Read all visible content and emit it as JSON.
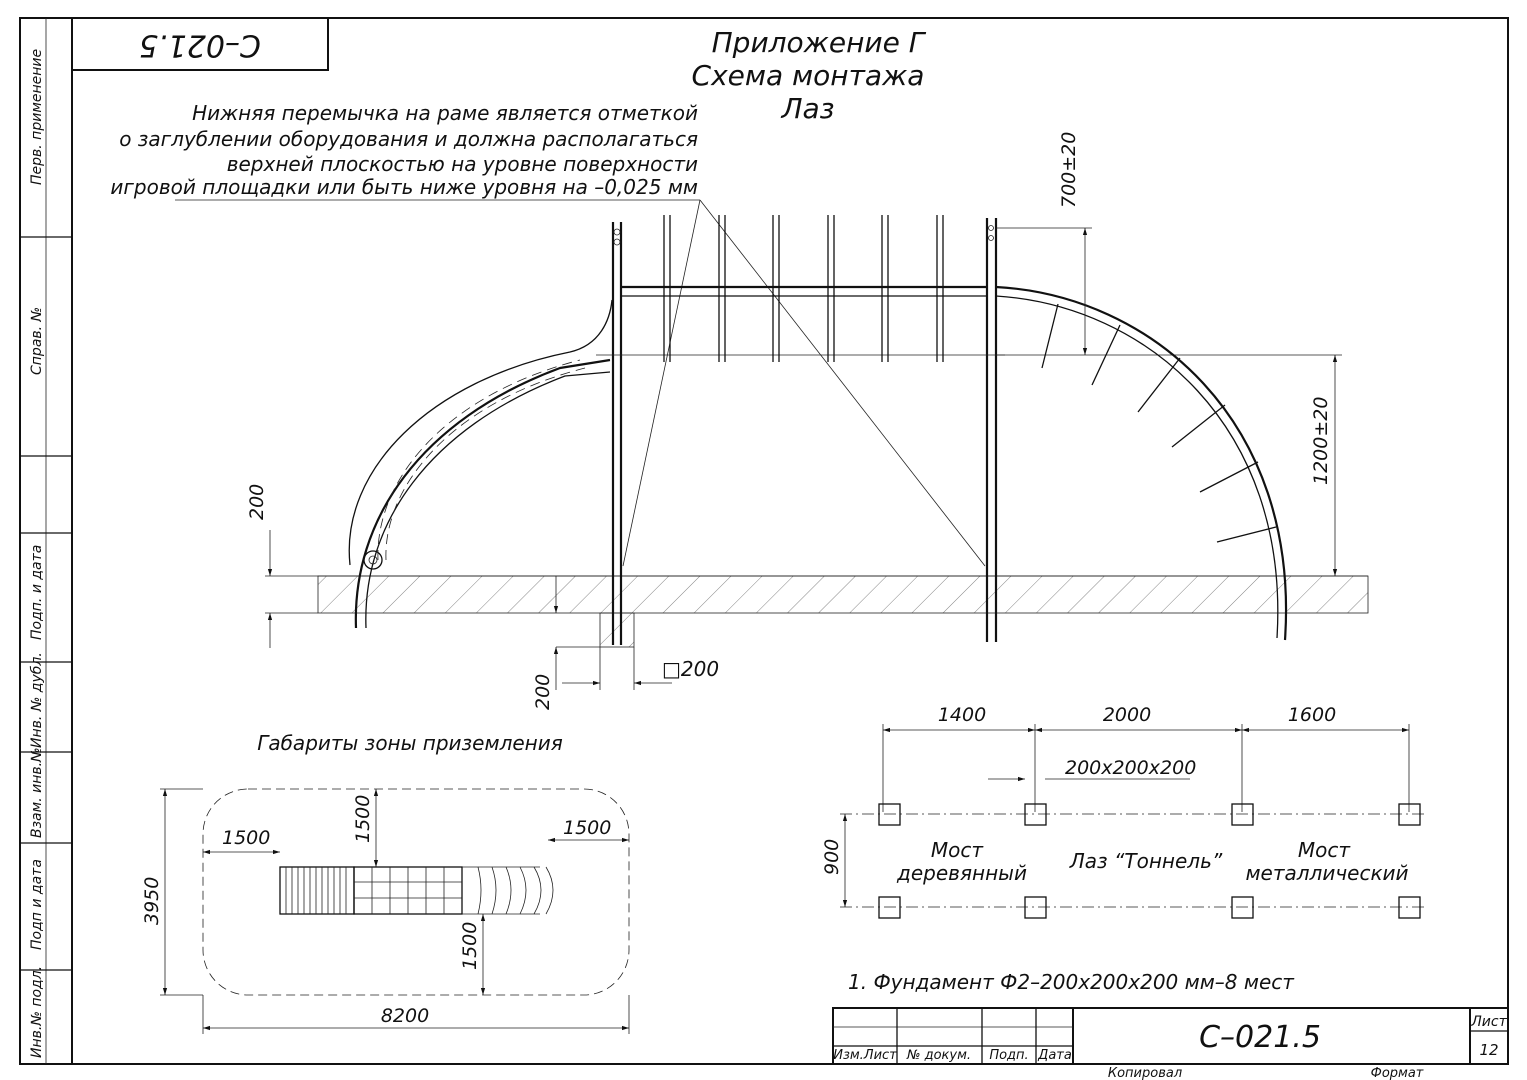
{
  "sheet": {
    "code": "С–021.5",
    "code_rotated": "С–021.5",
    "sheet_label": "Лист",
    "sheet_number": "12",
    "copied_label": "Копировал",
    "format_label": "Формат"
  },
  "side_stamp": {
    "perv_primenenie": "Перв. применение",
    "sprav_no": "Справ. №",
    "podp_i_data_1": "Подп. и дата",
    "inv_no_dubl": "Инв. № дубл.",
    "vzam_inv_no": "Взам. инв.№",
    "podp_i_data_2": "Подп и дата",
    "inv_no_podl": "Инв.№ подл."
  },
  "title_block": {
    "izm_list": "Изм.Лист",
    "no_dokum": "№ докум.",
    "podp": "Подп.",
    "data": "Дата"
  },
  "heading": {
    "line1": "Приложение Г",
    "line2": "Схема монтажа",
    "line3": "Лаз"
  },
  "note": {
    "line1": "Нижняя перемычка на раме является отметкой",
    "line2": "о заглублении оборудования и должна располагаться",
    "line3": "верхней плоскостью на уровне поверхности",
    "line4": "игровой площадки или быть ниже уровня на –0,025 мм"
  },
  "dims": {
    "d700": "700±20",
    "d1200": "1200±20",
    "d200_left": "200",
    "d200_bottom": "200",
    "sq200": "□200"
  },
  "landing": {
    "title": "Габариты зоны приземления",
    "d1500_left": "1500",
    "d1500_top": "1500",
    "d1500_right": "1500",
    "d1500_bottom": "1500",
    "d3950": "3950",
    "d8200": "8200"
  },
  "plan": {
    "d1400": "1400",
    "d2000": "2000",
    "d1600": "1600",
    "d200x200x200": "200x200x200",
    "d900": "900",
    "bridge_wood_1": "Мост",
    "bridge_wood_2": "деревянный",
    "tunnel": "Лаз “Тоннель”",
    "bridge_metal_1": "Мост",
    "bridge_metal_2": "металлический"
  },
  "foundation_note": "1.    Фундамент Ф2–200х200х200 мм–8 мест"
}
